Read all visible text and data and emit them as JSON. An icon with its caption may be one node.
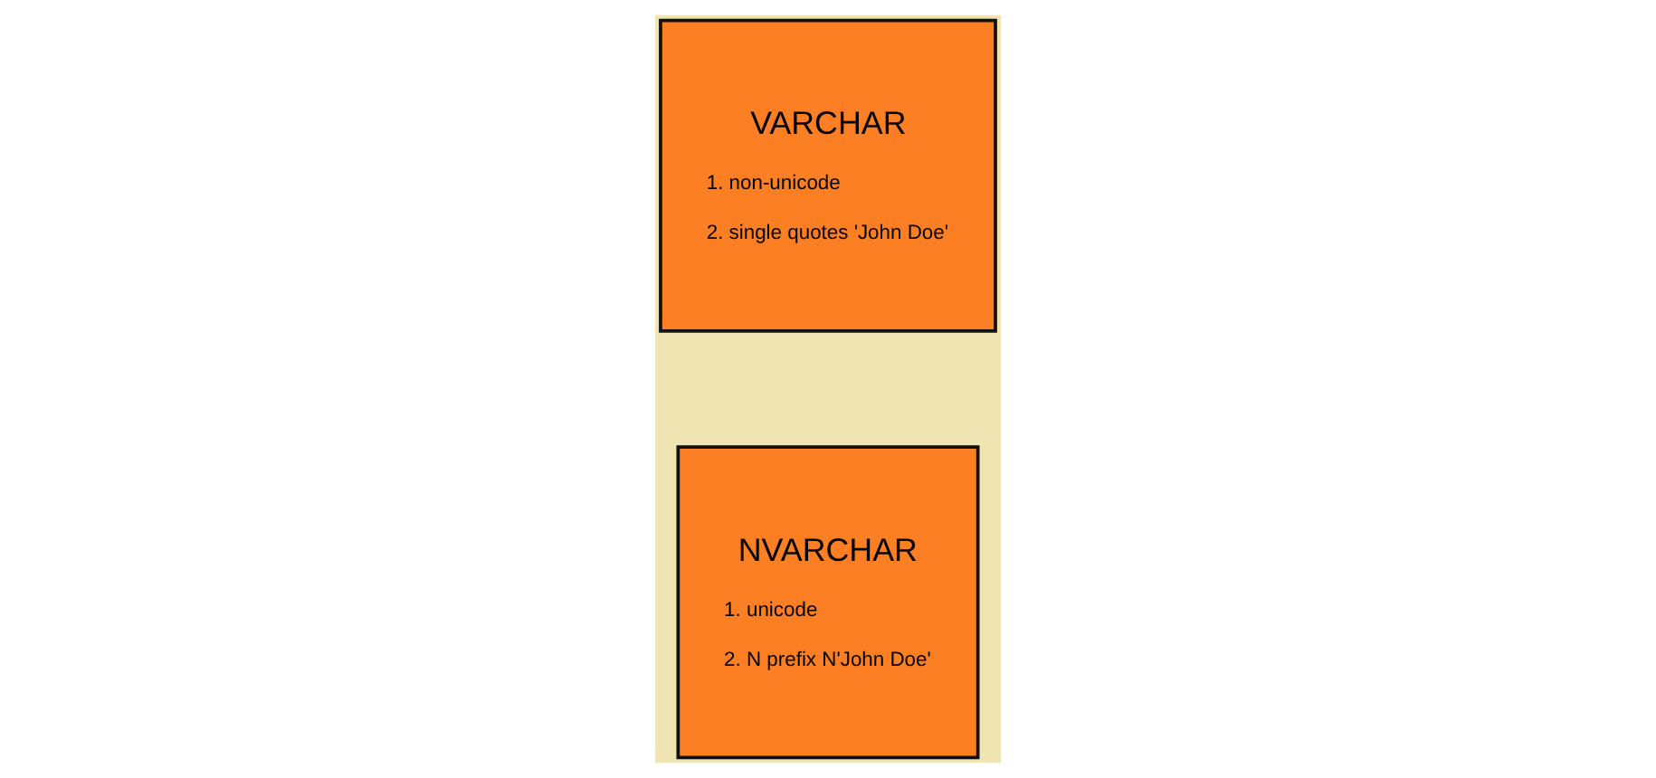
{
  "diagram": {
    "nodes": [
      {
        "text": [
          "VARCHAR",
          "1. non-unicode",
          "2. single quotes 'John Doe'"
        ]
      },
      {
        "text": [
          "NVARCHAR",
          "1. unicode",
          "2. N prefix N'John Doe'"
        ]
      }
    ]
  }
}
